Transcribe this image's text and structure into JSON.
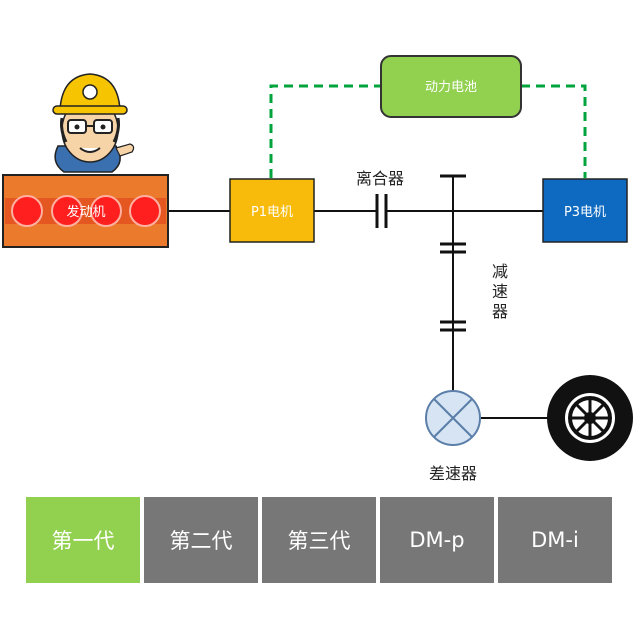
{
  "nodes": {
    "engine": "发动机",
    "p1_motor": "P1电机",
    "p3_motor": "P3电机",
    "battery": "动力电池"
  },
  "labels": {
    "clutch": "离合器",
    "reducer_chars": [
      "减",
      "速",
      "器"
    ],
    "differential": "差速器"
  },
  "tabs": [
    {
      "label": "第一代",
      "active": true
    },
    {
      "label": "第二代",
      "active": false
    },
    {
      "label": "第三代",
      "active": false
    },
    {
      "label": "DM-p",
      "active": false
    },
    {
      "label": "DM-i",
      "active": false
    }
  ],
  "colors": {
    "engine_fill": "#ec7a2c",
    "engine_glow": "#ff1f1f",
    "p1_fill": "#f8bb0c",
    "p3_fill": "#0e6ac0",
    "battery_fill": "#92d050",
    "battery_border": "#333333",
    "electric_link": "#00a33c",
    "shaft": "#111111",
    "differential_fill": "#d6e4f4",
    "differential_stroke": "#5b7fa8",
    "tab_active": "#92d050",
    "tab_inactive": "#777777"
  }
}
